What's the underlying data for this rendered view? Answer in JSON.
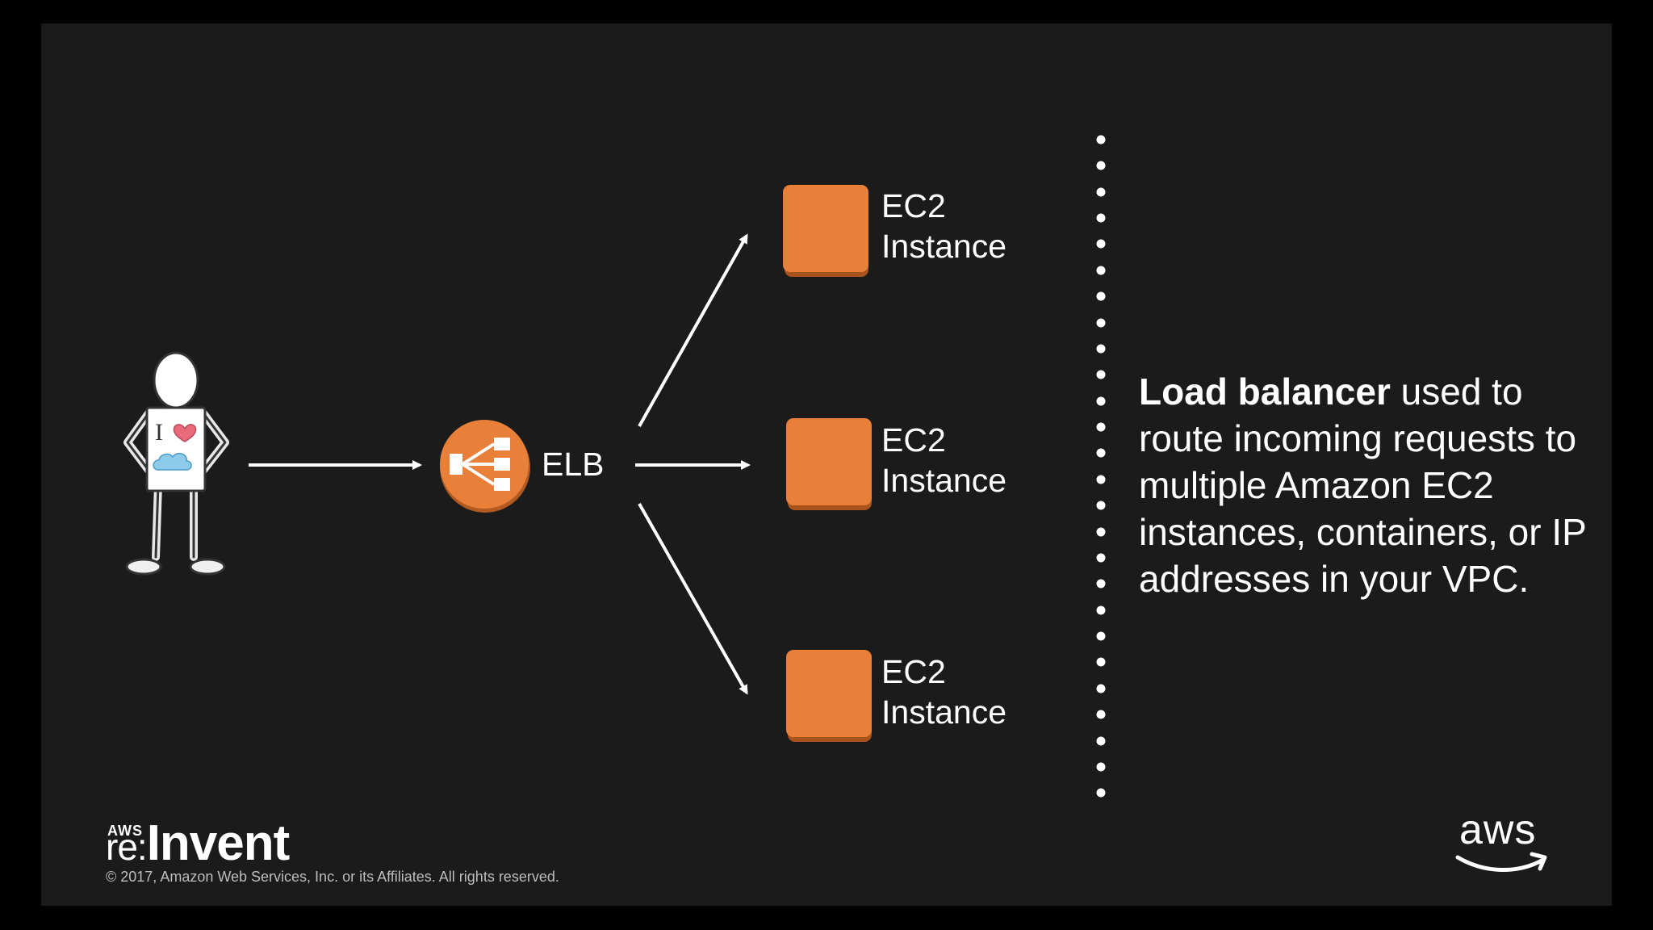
{
  "diagram": {
    "user": {
      "shirt_text": "I"
    },
    "load_balancer": {
      "label": "ELB",
      "color": "#e8803a"
    },
    "instances": [
      {
        "line1": "EC2",
        "line2": "Instance"
      },
      {
        "line1": "EC2",
        "line2": "Instance"
      },
      {
        "line1": "EC2",
        "line2": "Instance"
      }
    ],
    "instance_color": "#e8803a"
  },
  "description": {
    "bold": "Load balancer",
    "rest": " used to route incoming requests to multiple Amazon EC2 instances, containers, or IP addresses in your VPC."
  },
  "footer": {
    "event_brand_small": "AWS",
    "event_brand_re": "re:",
    "event_brand_main": "Invent",
    "copyright": "© 2017, Amazon Web Services, Inc. or its Affiliates. All rights reserved.",
    "aws_logo": "aws"
  }
}
